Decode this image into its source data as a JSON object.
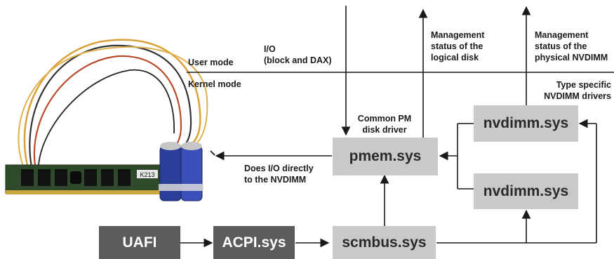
{
  "modes": {
    "user": "User mode",
    "kernel": "Kernel mode"
  },
  "labels": {
    "io": [
      "I/O",
      "(block and DAX)"
    ],
    "mgmt_logical": [
      "Management",
      "status of the",
      "logical disk"
    ],
    "mgmt_physical": [
      "Management",
      "status of the",
      "physical NVDIMM"
    ],
    "type_specific": [
      "Type specific",
      "NVDIMM drivers"
    ],
    "common_pm": [
      "Common PM",
      "disk driver"
    ],
    "does_io": [
      "Does I/O directly",
      "to the NVDIMM"
    ]
  },
  "boxes": {
    "pmem": "pmem.sys",
    "nvdimm_top": "nvdimm.sys",
    "nvdimm_bottom": "nvdimm.sys",
    "scmbus": "scmbus.sys",
    "acpi": "ACPI.sys",
    "uafi": "UAFI"
  },
  "photo": {
    "module_label": "K213"
  },
  "colors": {
    "light_box": "#c9c9c9",
    "dark_box": "#5b5b5b",
    "line": "#1a1a1a"
  }
}
